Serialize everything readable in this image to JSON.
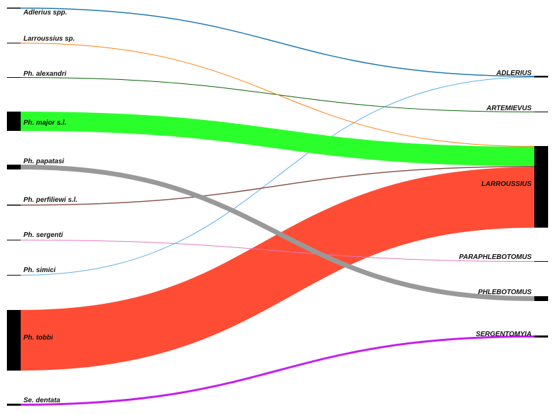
{
  "chart_data": {
    "type": "sankey",
    "title": "",
    "source_nodes": [
      "Adlerius spp.",
      "Larroussius sp.",
      "Ph. alexandri",
      "Ph. major s.l.",
      "Ph. papatasi",
      "Ph. perfiliewi s.l.",
      "Ph. sergenti",
      "Ph. simici",
      "Ph. tobbi",
      "Se. dentata"
    ],
    "target_nodes": [
      "ADLERIUS",
      "ARTEMIEVUS",
      "LARROUSSIUS",
      "PARAPHLEBOTOMUS",
      "PHLEBOTOMUS",
      "SERGENTOMYIA"
    ],
    "links": [
      {
        "source": "Adlerius spp.",
        "target": "ADLERIUS",
        "value": 1.5,
        "color": "#1f77b4"
      },
      {
        "source": "Ph. simici",
        "target": "ADLERIUS",
        "value": 1,
        "color": "#5aaee6"
      },
      {
        "source": "Ph. alexandri",
        "target": "ARTEMIEVUS",
        "value": 1,
        "color": "#006400"
      },
      {
        "source": "Larroussius sp.",
        "target": "LARROUSSIUS",
        "value": 1,
        "color": "#ff7f0e"
      },
      {
        "source": "Ph. major s.l.",
        "target": "LARROUSSIUS",
        "value": 28,
        "color": "#2bff2b"
      },
      {
        "source": "Ph. perfiliewi s.l.",
        "target": "LARROUSSIUS",
        "value": 1.5,
        "color": "#8c564b"
      },
      {
        "source": "Ph. tobbi",
        "target": "LARROUSSIUS",
        "value": 88,
        "color": "#ff4d35"
      },
      {
        "source": "Ph. sergenti",
        "target": "PARAPHLEBOTOMUS",
        "value": 1,
        "color": "#e377c2"
      },
      {
        "source": "Ph. papatasi",
        "target": "PHLEBOTOMUS",
        "value": 7,
        "color": "#999999"
      },
      {
        "source": "Se. dentata",
        "target": "SERGENTOMYIA",
        "value": 3,
        "color": "#c41eee"
      }
    ],
    "node_color": "#000000"
  }
}
